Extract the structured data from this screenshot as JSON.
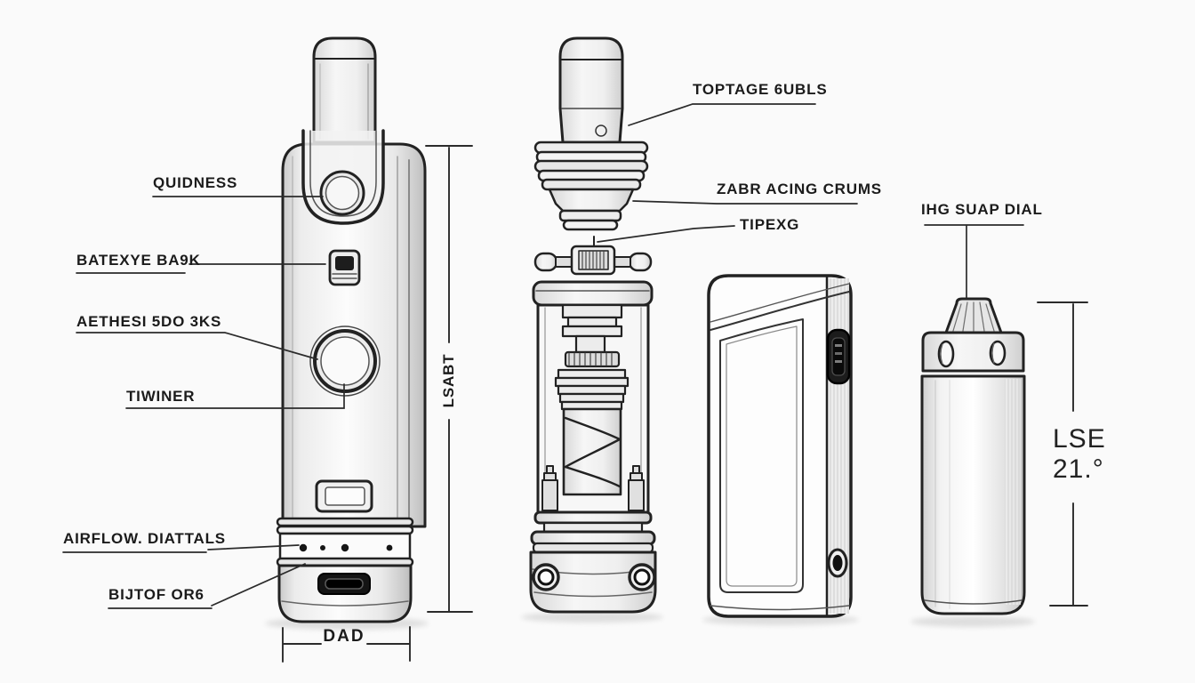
{
  "colors": {
    "background": "#fafafa",
    "ink": "#1e1e1e",
    "shadow": "#dcdcdc"
  },
  "callouts": {
    "quidness": "QUIDNESS",
    "battery_bask": "BATEXYE BA9K",
    "aethesi": "AETHESI 5DO 3KS",
    "tiwiner": "TIWINER",
    "airflow_diattals": "AIRFLOW. DIATTALS",
    "bijtof_org": "BIJTOF OR6",
    "toptage_gubls": "TOPTAGE 6UBLS",
    "zabr_acing_crums": "ZABR ACING CRUMS",
    "tipexg": "TIPEXG",
    "ihg_suap_dial": "IHG SUAP DIAL"
  },
  "dimensions": {
    "width": "DAD",
    "height": "LSABT",
    "right_height": {
      "line1": "LSE",
      "line2": "21.°"
    }
  }
}
